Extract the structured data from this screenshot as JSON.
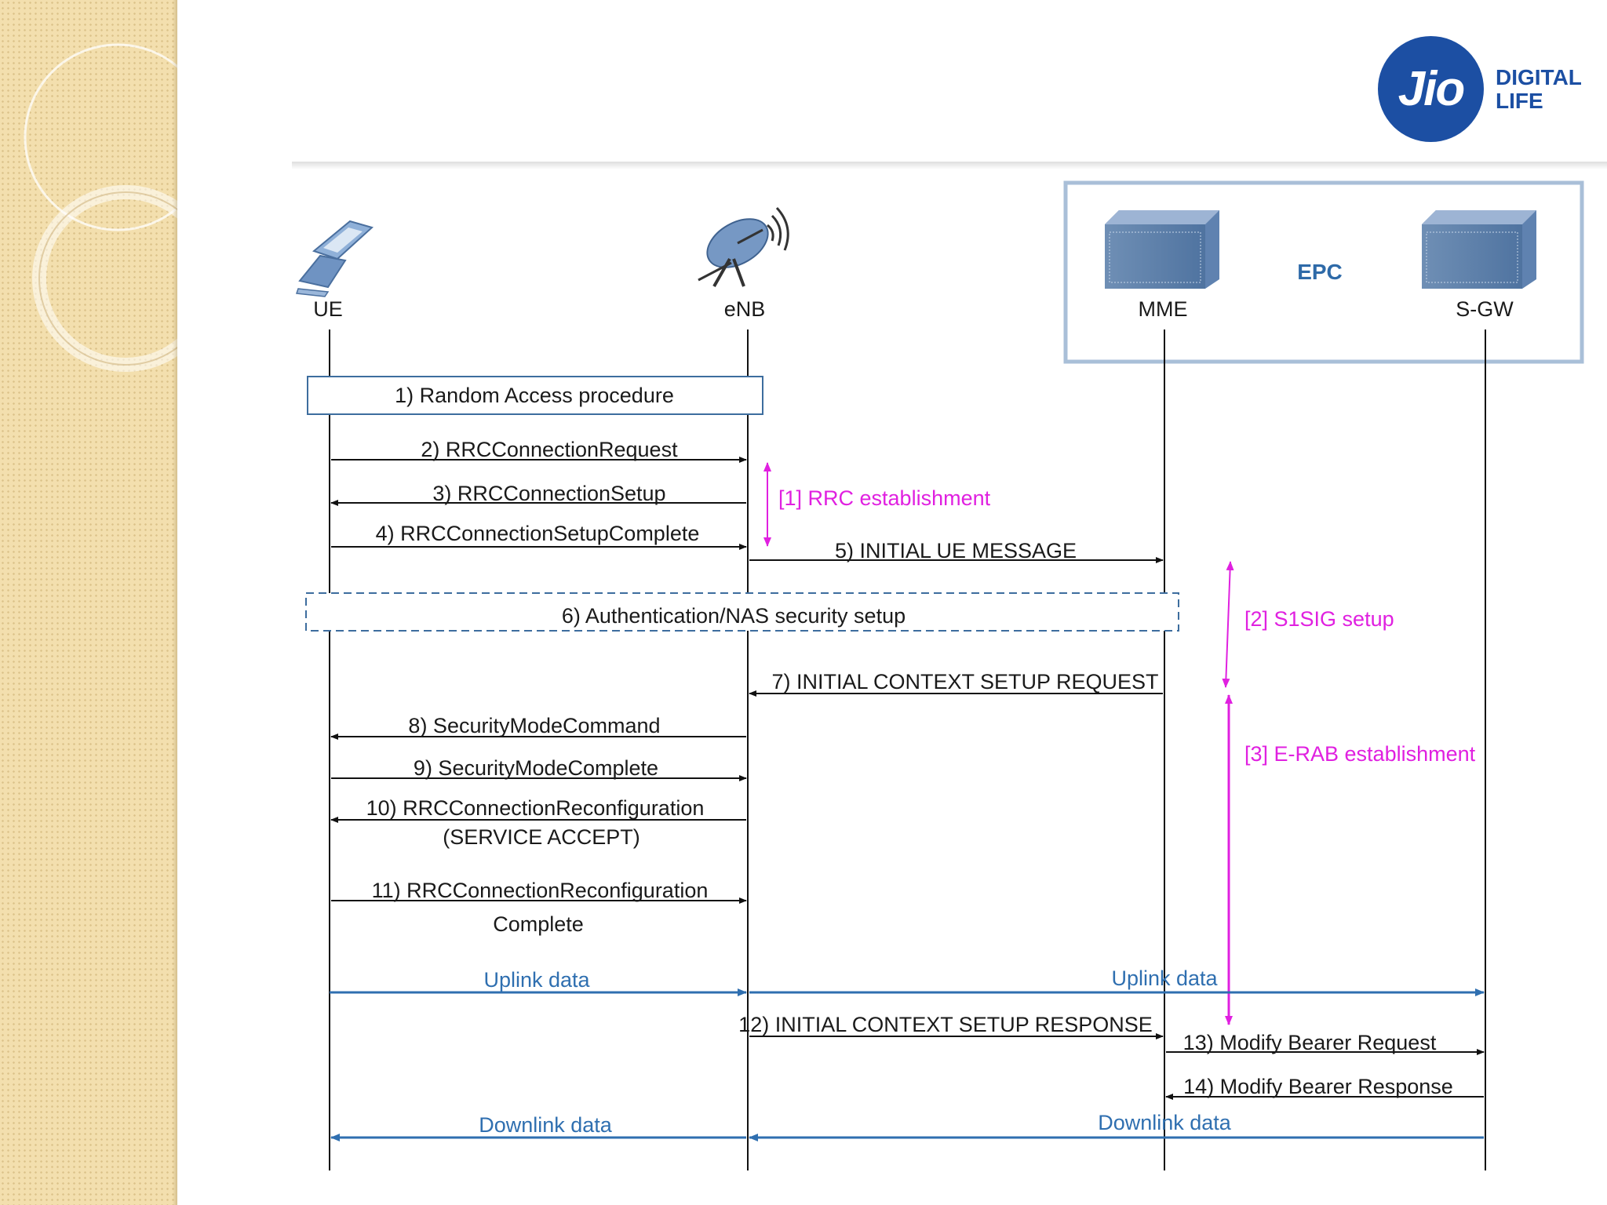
{
  "logo": {
    "mark": "Jio",
    "line1": "DIGITAL",
    "line2": "LIFE",
    "color": "#1c4fa3"
  },
  "entities": {
    "ue": "UE",
    "enb": "eNB",
    "mme": "MME",
    "sgw": "S-GW",
    "epc": "EPC"
  },
  "icons": {
    "ue": "mobile-phone-icon",
    "enb": "satellite-dish-icon",
    "mme": "server-icon",
    "sgw": "server-icon"
  },
  "steps": {
    "s1": "1)  Random Access procedure",
    "s2": "2)  RRCConnectionRequest",
    "s3": "3)  RRCConnectionSetup",
    "s4": "4)  RRCConnectionSetupComplete",
    "s5": "5)  INITIAL UE MESSAGE",
    "s6": "6)  Authentication/NAS security setup",
    "s7": "7)  INITIAL CONTEXT SETUP REQUEST",
    "s8": "8)  SecurityModeCommand",
    "s9": "9)  SecurityModeComplete",
    "s10a": "10) RRCConnectionReconfiguration",
    "s10b": "(SERVICE ACCEPT)",
    "s11a": "11) RRCConnectionReconfiguration",
    "s11b": "Complete",
    "s12": "12) INITIAL CONTEXT SETUP RESPONSE",
    "s13": "13) Modify Bearer Request",
    "s14": "14) Modify Bearer Response"
  },
  "data_flows": {
    "uplink_1": "Uplink data",
    "uplink_2": "Uplink data",
    "downlink_1": "Downlink data",
    "downlink_2": "Downlink data"
  },
  "phases": {
    "p1": "[1] RRC establishment",
    "p2": "[2] S1SIG setup",
    "p3": "[3] E-RAB establishment"
  },
  "colors": {
    "phase": "#e020e0",
    "data_flow": "#2f6fb0",
    "epc_box": "#a9bfd8",
    "dashed_box": "#3d6d9e"
  }
}
